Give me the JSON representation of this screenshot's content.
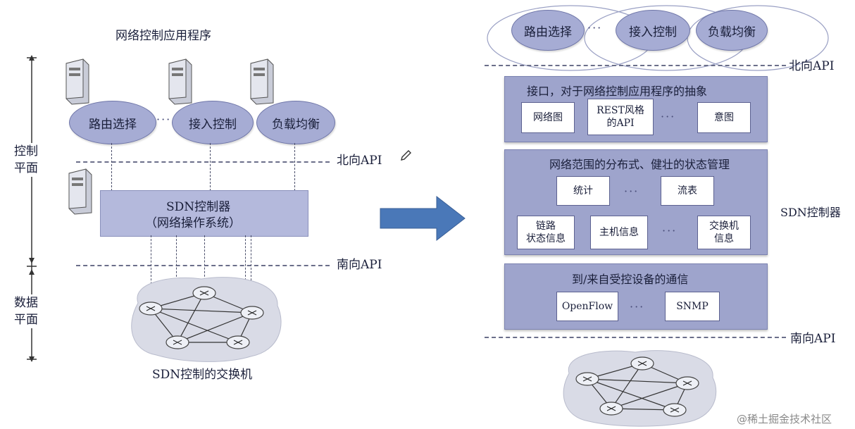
{
  "left": {
    "apps_title": "网络控制应用程序",
    "apps": [
      "路由选择",
      "接入控制",
      "负载均衡"
    ],
    "ellipsis": "···",
    "control_plane": "控制\n平面",
    "data_plane": "数据\n平面",
    "northbound": "北向API",
    "southbound": "南向API",
    "controller_line1": "SDN控制器",
    "controller_line2": "（网络操作系统）",
    "switches_caption": "SDN控制的交换机"
  },
  "right": {
    "apps": [
      "路由选择",
      "接入控制",
      "负载均衡"
    ],
    "ellipsis": "···",
    "northbound": "北向API",
    "southbound": "南向API",
    "controller_side_label": "SDN控制器",
    "layer1": {
      "title": "接口，对于网络控制应用程序的抽象",
      "items": [
        "网络图",
        "REST风格\n的API",
        "意图"
      ]
    },
    "layer2": {
      "title": "网络范围的分布式、健壮的状态管理",
      "top_items": [
        "统计",
        "流表"
      ],
      "bottom_items": [
        "链路\n状态信息",
        "主机信息",
        "交换机\n信息"
      ]
    },
    "layer3": {
      "title": "到/来自受控设备的通信",
      "items": [
        "OpenFlow",
        "SNMP"
      ]
    }
  },
  "watermark": "@稀土掘金技术社区",
  "colors": {
    "ellipse_fill": "#a6acd4",
    "panel_fill": "#9ea4cc",
    "arrow_fill": "#4a78b8",
    "cloud_fill": "#d9dbe6"
  }
}
